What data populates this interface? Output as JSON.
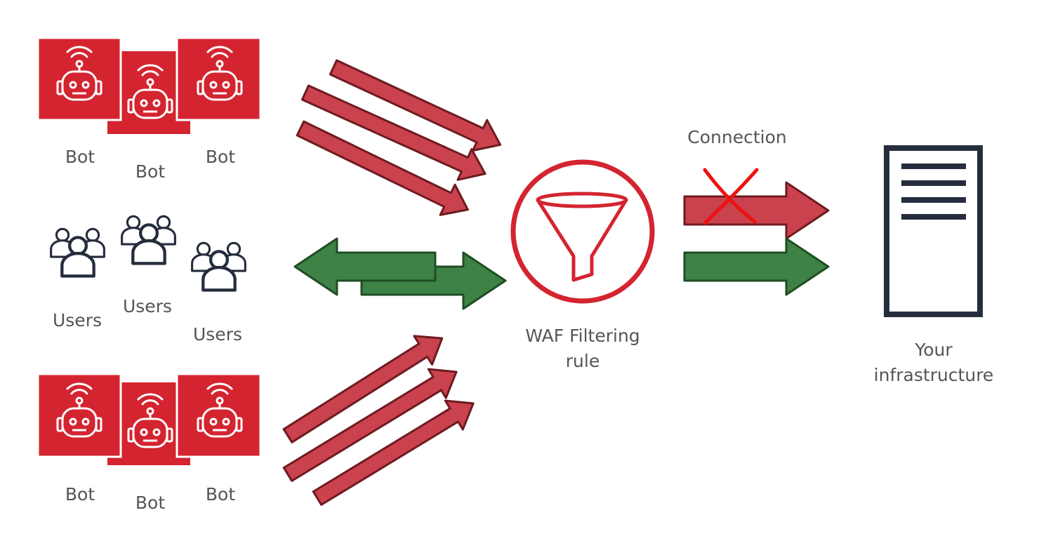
{
  "colors": {
    "bot_fill": "#d42430",
    "bad_arrow_fill": "#c9424e",
    "bad_arrow_stroke": "#6e1b20",
    "good_arrow_fill": "#3f8246",
    "good_arrow_stroke": "#1e4d23",
    "waf_red": "#d42430",
    "blocked_x": "#ee1111",
    "server_dark": "#252d3d",
    "label_text": "#555555"
  },
  "icons": {
    "bot": "robot-icon",
    "users": "users-group-icon",
    "waf": "funnel-icon",
    "server": "server-document-icon",
    "blocked": "x-mark-icon"
  },
  "labels": {
    "bot_top_left": "Bot",
    "bot_top_mid": "Bot",
    "bot_top_right": "Bot",
    "users_left": "Users",
    "users_mid": "Users",
    "users_right": "Users",
    "bot_bottom_left": "Bot",
    "bot_bottom_mid": "Bot",
    "bot_bottom_right": "Bot",
    "waf": "WAF Filtering rule",
    "connection": "Connection",
    "infrastructure": "Your infrastructure"
  }
}
